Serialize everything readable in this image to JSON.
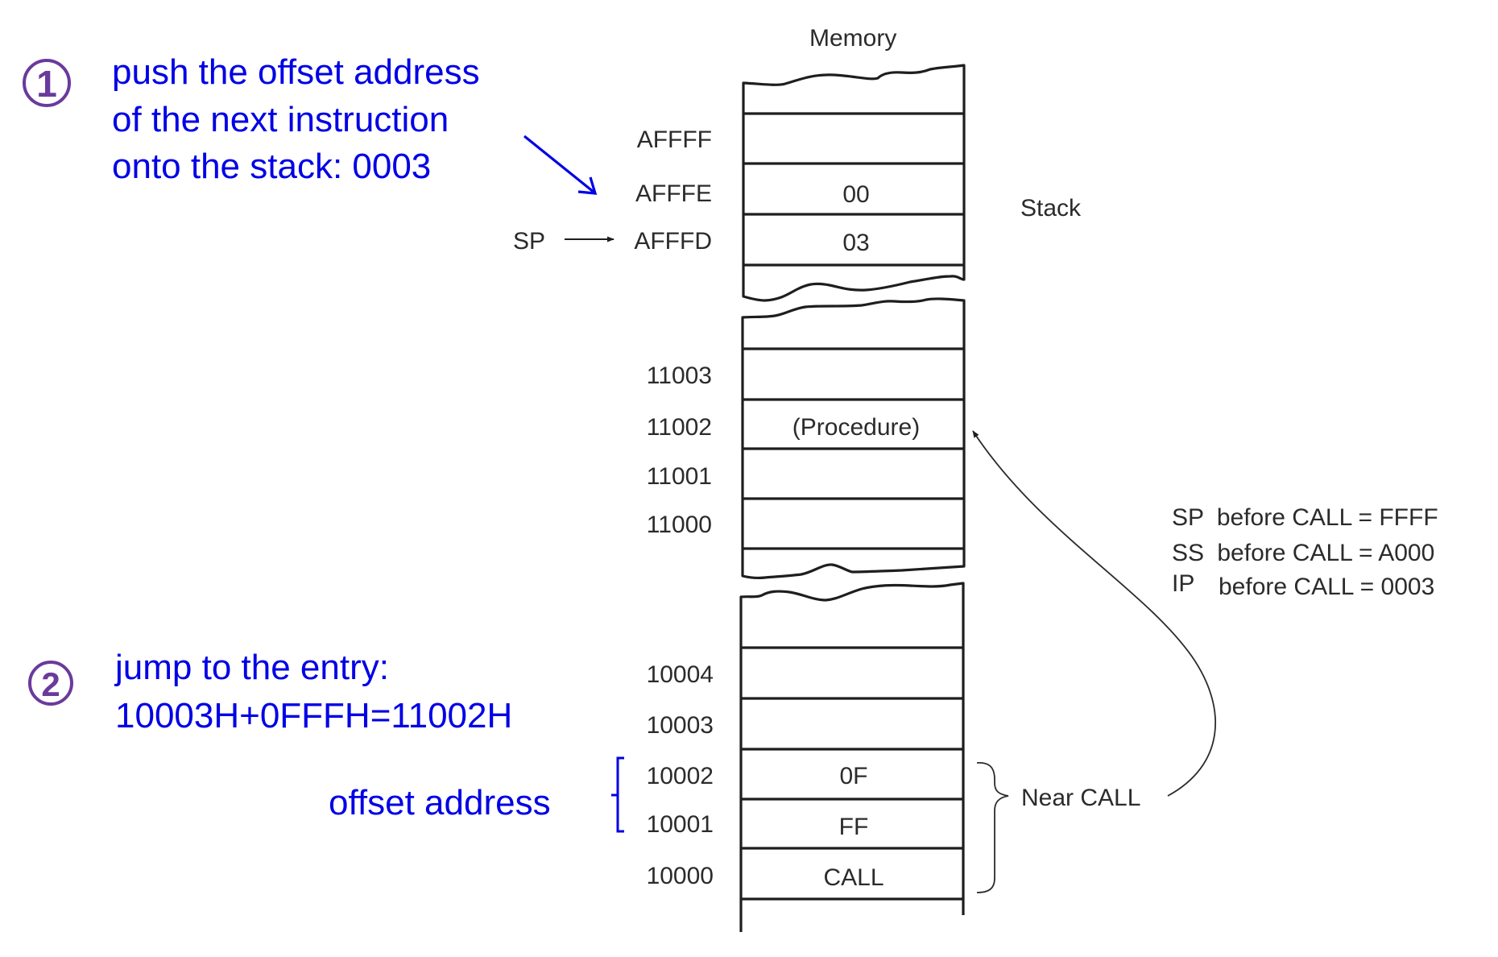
{
  "title": "Memory",
  "stack_label": "Stack",
  "colors": {
    "annotation_blue": "#0000e6",
    "step_purple": "#6a3a9c",
    "diagram_ink": "#1e1e1e"
  },
  "steps": [
    {
      "number": "1",
      "lines": [
        "push the offset address",
        "of the next instruction",
        "onto the stack: 0003"
      ]
    },
    {
      "number": "2",
      "lines": [
        "jump to the entry:",
        "10003H+0FFFH=11002H"
      ]
    }
  ],
  "offset_address_label": "offset address",
  "sp_pointer": {
    "label": "SP",
    "points_to": "AFFFD"
  },
  "blocks": [
    {
      "name": "stack",
      "rows": [
        {
          "address": "",
          "content": ""
        },
        {
          "address": "AFFFF",
          "content": ""
        },
        {
          "address": "AFFFE",
          "content": "00"
        },
        {
          "address": "AFFFD",
          "content": "03"
        },
        {
          "address": "",
          "content": ""
        }
      ]
    },
    {
      "name": "procedure",
      "rows": [
        {
          "address": "",
          "content": ""
        },
        {
          "address": "11003",
          "content": ""
        },
        {
          "address": "11002",
          "content": "(Procedure)"
        },
        {
          "address": "11001",
          "content": ""
        },
        {
          "address": "11000",
          "content": ""
        },
        {
          "address": "",
          "content": ""
        }
      ]
    },
    {
      "name": "caller",
      "rows": [
        {
          "address": "",
          "content": ""
        },
        {
          "address": "10004",
          "content": ""
        },
        {
          "address": "10003",
          "content": ""
        },
        {
          "address": "10002",
          "content": "0F"
        },
        {
          "address": "10001",
          "content": "FF"
        },
        {
          "address": "10000",
          "content": "CALL"
        },
        {
          "address": "",
          "content": ""
        }
      ]
    }
  ],
  "near_call_label": "Near CALL",
  "registers_before_call": [
    {
      "reg": "SP",
      "text": "before CALL = FFFF"
    },
    {
      "reg": "SS",
      "text": "before CALL = A000"
    },
    {
      "reg": "IP",
      "text": "before CALL = 0003"
    }
  ]
}
